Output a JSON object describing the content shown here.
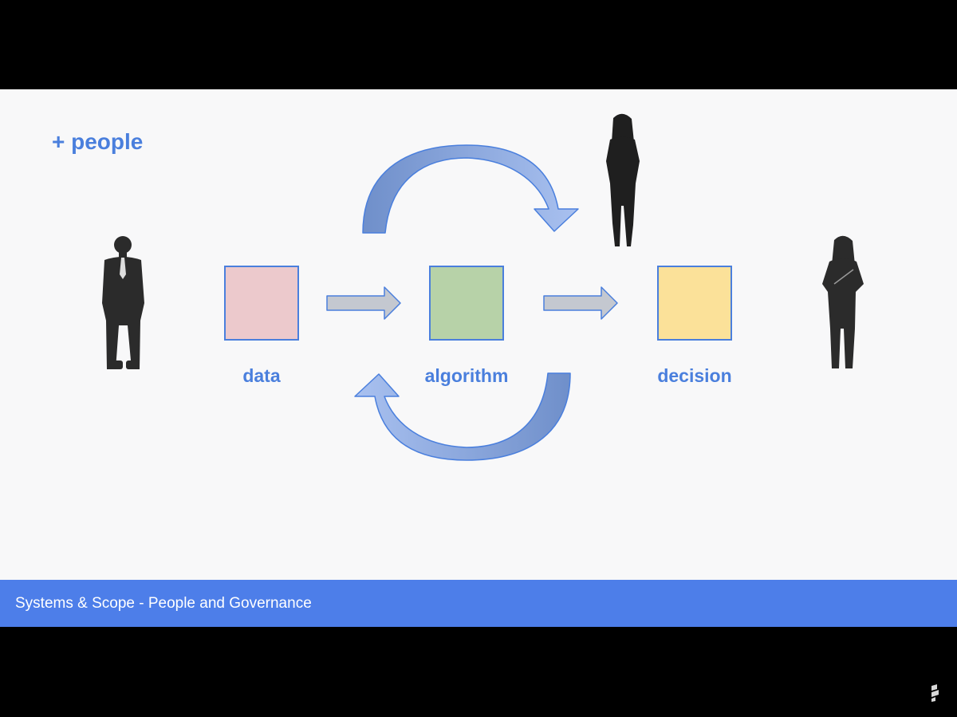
{
  "slide": {
    "title": "+ people"
  },
  "diagram": {
    "nodes": [
      {
        "id": "data",
        "label": "data",
        "color": "#ecc9cc"
      },
      {
        "id": "algorithm",
        "label": "algorithm",
        "color": "#b7d2a8"
      },
      {
        "id": "decision",
        "label": "decision",
        "color": "#fbe199"
      }
    ],
    "accent_color": "#4a7fdd",
    "edge_color": "#c4c8d0"
  },
  "banner": {
    "text": "Systems & Scope - People and Governance",
    "color": "#4d7ee9"
  },
  "icons": [
    "person-in-suit-icon",
    "woman-standing-icon",
    "woman-with-tablet-icon",
    "curved-arrow-icon",
    "brand-logo-icon"
  ]
}
